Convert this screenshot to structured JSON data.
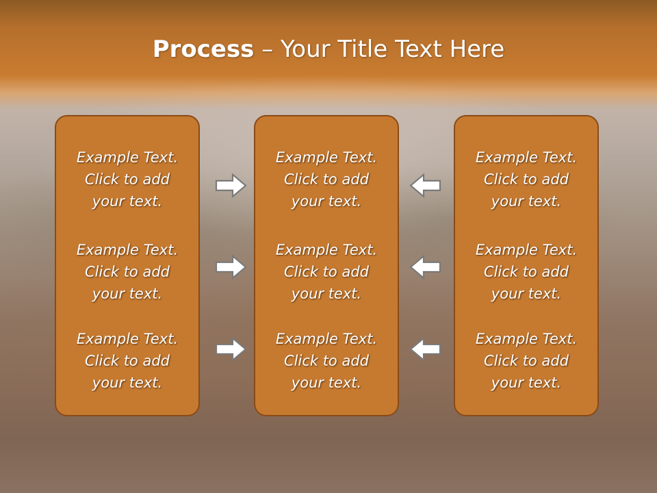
{
  "slide": {
    "title_bold": "Process",
    "title_rest": " – Your Title Text Here"
  },
  "panels": [
    {
      "name": "left",
      "items": [
        {
          "lines": [
            "Example Text.",
            "Click  to add",
            "your text."
          ]
        },
        {
          "lines": [
            "Example Text.",
            "Click  to add",
            "your text."
          ]
        },
        {
          "lines": [
            "Example Text.",
            "Click  to add",
            "your text."
          ]
        }
      ]
    },
    {
      "name": "center",
      "items": [
        {
          "lines": [
            "Example Text.",
            "Click  to add",
            "your text."
          ]
        },
        {
          "lines": [
            "Example Text.",
            "Click  to add",
            "your text."
          ]
        },
        {
          "lines": [
            "Example Text.",
            "Click  to add",
            "your text."
          ]
        }
      ]
    },
    {
      "name": "right",
      "items": [
        {
          "lines": [
            "Example Text.",
            "Click  to add",
            "your text."
          ]
        },
        {
          "lines": [
            "Example Text.",
            "Click  to add",
            "your text."
          ]
        },
        {
          "lines": [
            "Example Text.",
            "Click  to add",
            "your text."
          ]
        }
      ]
    }
  ],
  "arrows": {
    "left_to_center": "arrow-right-icon",
    "right_to_center": "arrow-left-icon"
  },
  "colors": {
    "panel_fill": "#c67a30",
    "panel_border": "#8a4a16",
    "header_band": "#c97c30",
    "text": "#ffffff",
    "arrow_fill": "#ffffff",
    "arrow_outline": "#7a7a7a"
  }
}
